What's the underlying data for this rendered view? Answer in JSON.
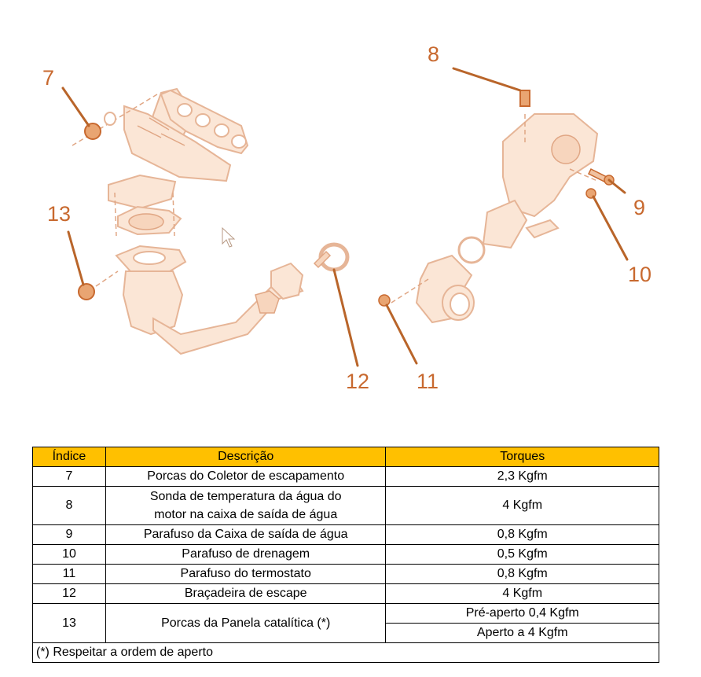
{
  "diagram": {
    "callouts": [
      "7",
      "8",
      "9",
      "10",
      "11",
      "12",
      "13"
    ],
    "colors": {
      "callout": "#c8692f",
      "part_fill": "#fbe6d6",
      "part_stroke": "#e6b597"
    }
  },
  "table": {
    "headers": {
      "index": "Índice",
      "description": "Descrição",
      "torque": "Torques"
    },
    "rows": [
      {
        "index": "7",
        "description": "Porcas do Coletor de escapamento",
        "torque": "2,3 Kgfm"
      },
      {
        "index": "8",
        "description_line1": "Sonda de temperatura da água do",
        "description_line2": "motor na caixa de saída de água",
        "torque": "4 Kgfm"
      },
      {
        "index": "9",
        "description": "Parafuso da Caixa de saída de água",
        "torque": "0,8 Kgfm"
      },
      {
        "index": "10",
        "description": "Parafuso de drenagem",
        "torque": "0,5 Kgfm"
      },
      {
        "index": "11",
        "description": "Parafuso do termostato",
        "torque": "0,8 Kgfm"
      },
      {
        "index": "12",
        "description": "Braçadeira de escape",
        "torque": "4 Kgfm"
      },
      {
        "index": "13",
        "description": "Porcas da Panela catalítica (*)",
        "torque_pre": "Pré-aperto 0,4 Kgfm",
        "torque_final": "Aperto a 4 Kgfm"
      }
    ],
    "footnote": "(*) Respeitar a ordem de aperto",
    "header_color": "#ffc000"
  }
}
